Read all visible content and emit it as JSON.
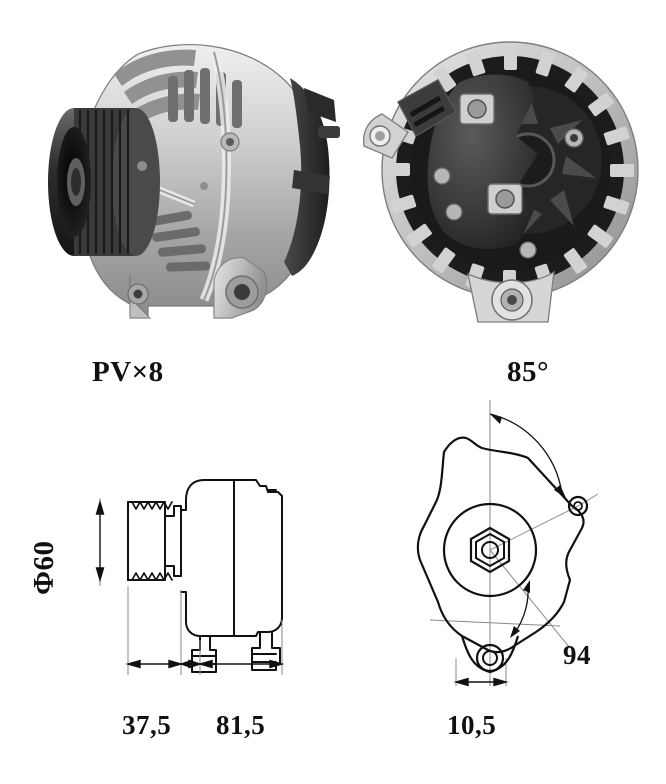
{
  "sheet": {
    "background": "#ffffff",
    "ink": "#111111",
    "thin_ink": "#8a8a8a"
  },
  "photos": [
    {
      "name": "alternator-front-three-quarter",
      "description": "Grayscale photo of an automotive alternator, pulley facing left, finned aluminium housing",
      "body_light": "#d9d9d9",
      "body_mid": "#a8a8a8",
      "body_dark": "#6d6d6d",
      "pulley_dark": "#2b2b2b"
    },
    {
      "name": "alternator-rear-view",
      "description": "Grayscale photo of the alternator rear end, showing regulator cover, connector plug and mounting lug",
      "body_light": "#dcdcdc",
      "body_mid": "#9a9a9a",
      "body_dark": "#555555",
      "cover_dark": "#3a3a3a"
    }
  ],
  "drawings": {
    "side_view": {
      "name": "alternator-side-outline",
      "caption": "Side elevation with pulley, housing, mounting feet"
    },
    "front_view": {
      "name": "alternator-front-outline",
      "caption": "Front elevation with shaft hub, nut and mounting bore"
    }
  },
  "labels": {
    "pulley_spec": "PV×8",
    "angle": "85°",
    "diameter": "Φ60",
    "dim_pulley_offset": "37,5",
    "dim_body_length": "81,5",
    "dim_foot_width": "10,5",
    "dim_mount_pitch": "94"
  }
}
